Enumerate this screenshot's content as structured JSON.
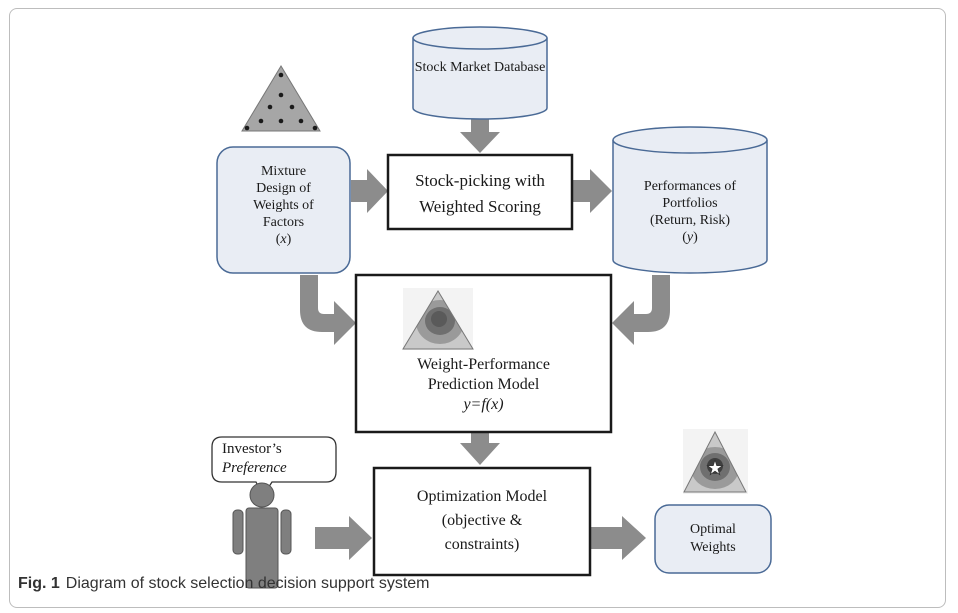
{
  "nodes": {
    "stock_db": "Stock Market Database",
    "mixture": {
      "l1": "Mixture",
      "l2": "Design of",
      "l3": "Weights of",
      "l4": "Factors",
      "var": "x"
    },
    "stock_picking": {
      "l1": "Stock-picking with",
      "l2": "Weighted Scoring"
    },
    "performances": {
      "l1": "Performances of",
      "l2": "Portfolios",
      "l3": "(Return, Risk)",
      "var": "y"
    },
    "prediction": {
      "l1": "Weight-Performance",
      "l2": "Prediction Model",
      "formula": "y=f(x)"
    },
    "investor": {
      "l1": "Investor’s",
      "l2": "Preference"
    },
    "optimization": {
      "l1": "Optimization Model",
      "l2": "(objective &",
      "l3": "constraints)"
    },
    "optimal": {
      "l1": "Optimal",
      "l2": "Weights"
    }
  },
  "caption": {
    "label": "Fig. 1",
    "text": "Diagram of stock selection decision support system"
  },
  "colors": {
    "box_fill": "#e9edf4",
    "box_stroke": "#4a6a96",
    "arrow": "#8c8c8c",
    "person": "#7f7f7f",
    "triangle": "#a6a6a6"
  },
  "icons": [
    "mixture-design-triangle-icon",
    "contour-plot-icon",
    "contour-plot-optimum-icon",
    "person-icon",
    "speech-bubble-icon"
  ]
}
